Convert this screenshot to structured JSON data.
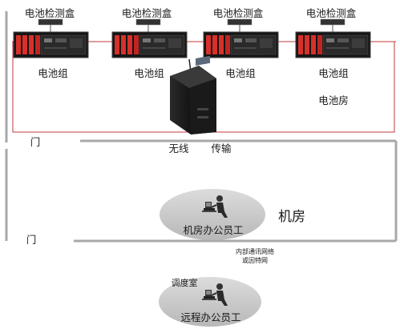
{
  "boxes": [
    {
      "label": "电池检测盒",
      "group_label": "电池组"
    },
    {
      "label": "电池检测盒",
      "group_label": "电池组"
    },
    {
      "label": "电池检测盒",
      "group_label": "电池组"
    },
    {
      "label": "电池检测盒",
      "group_label": "电池组"
    }
  ],
  "battery_room_label": "电池房",
  "door_label": "门",
  "wireless_label": "无线",
  "transmission_label": "传输",
  "machine_room_label": "机房",
  "machine_room_staff_label": "机房办公员工",
  "network_label_line1": "内部通讯网络",
  "network_label_line2": "或因特网",
  "dispatch_room_label": "调度室",
  "remote_staff_label": "远程办公员工",
  "colors": {
    "frame": "#a8a8a8",
    "wire": "#c0393b",
    "device_dark": "#1c1c1c",
    "led": "#d8302a",
    "ellipse": "#c9c9c9"
  }
}
